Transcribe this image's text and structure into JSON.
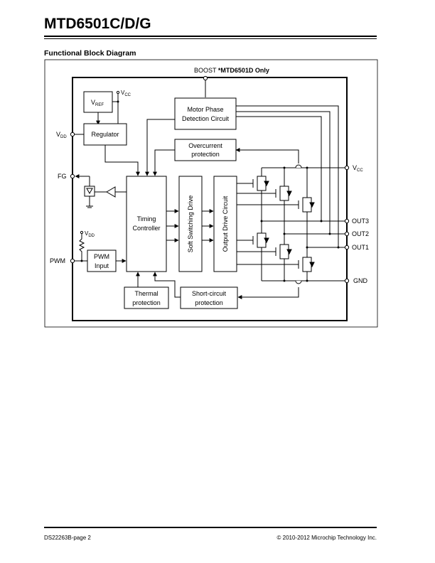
{
  "header": {
    "title": "MTD6501C/D/G"
  },
  "figure": {
    "heading": "Functional Block Diagram"
  },
  "pins": {
    "boost_label": "BOOST ",
    "boost_note": "*MTD6501D Only",
    "vdd": "V",
    "vdd_sub": "DD",
    "fg": "FG",
    "pwm": "PWM",
    "vcc": "V",
    "vcc_sub": "CC",
    "out3": "OUT3",
    "out2": "OUT2",
    "out1": "OUT1",
    "gnd": "GND"
  },
  "blocks": {
    "vref": "V",
    "vref_sub": "REF",
    "regulator": "Regulator",
    "motor_phase_1": "Motor Phase",
    "motor_phase_2": "Detection Circuit",
    "overcurrent_1": "Overcurrent",
    "overcurrent_2": "protection",
    "timing_1": "Timing",
    "timing_2": "Controller",
    "soft_switching": "Soft Switching Drive",
    "output_drive": "Output Drive Circuit",
    "pwm_input_1": "PWM",
    "pwm_input_2": "Input",
    "thermal_1": "Thermal",
    "thermal_2": "protection",
    "shortcircuit_1": "Short-circuit",
    "shortcircuit_2": "protection"
  },
  "footer": {
    "left": "DS22263B-page 2",
    "right": "© 2010-2012 Microchip Technology Inc."
  }
}
